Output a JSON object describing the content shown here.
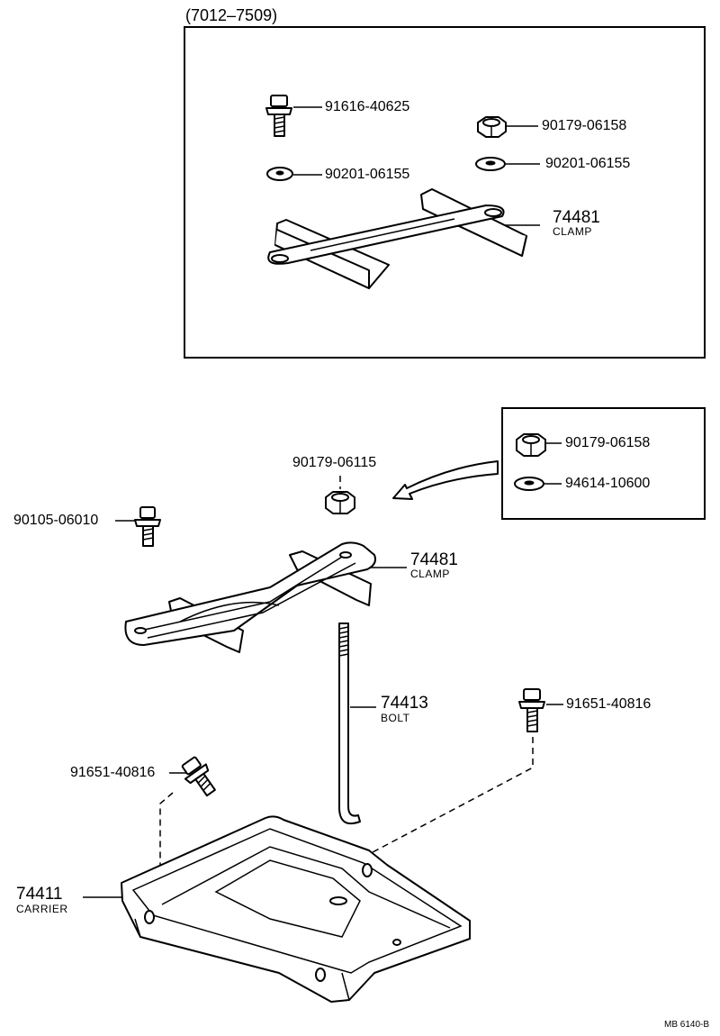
{
  "diagram": {
    "variant_label": "(7012–7509)",
    "footer_code": "MB 6140-B",
    "inset_top": {
      "parts": [
        {
          "number": "91616-40625",
          "name": ""
        },
        {
          "number": "90179-06158",
          "name": ""
        },
        {
          "number": "90201-06155",
          "name": ""
        },
        {
          "number": "90201-06155",
          "name": ""
        },
        {
          "number": "74481",
          "name": "CLAMP"
        }
      ]
    },
    "inset_side": {
      "parts": [
        {
          "number": "90179-06158",
          "name": ""
        },
        {
          "number": "94614-10600",
          "name": ""
        }
      ]
    },
    "main": {
      "parts": [
        {
          "number": "90179-06115",
          "name": ""
        },
        {
          "number": "90105-06010",
          "name": ""
        },
        {
          "number": "74481",
          "name": "CLAMP"
        },
        {
          "number": "74413",
          "name": "BOLT"
        },
        {
          "number": "91651-40816",
          "name": ""
        },
        {
          "number": "91651-40816",
          "name": ""
        },
        {
          "number": "74411",
          "name": "CARRIER"
        }
      ]
    }
  }
}
